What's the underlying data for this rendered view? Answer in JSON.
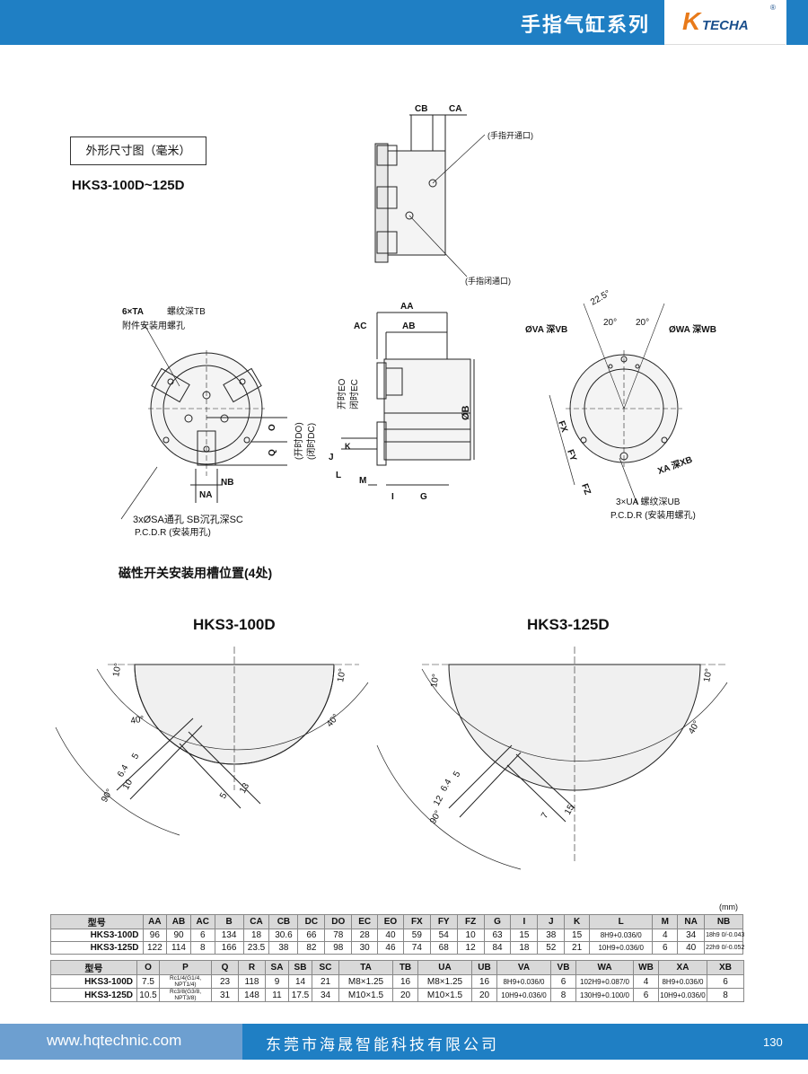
{
  "header": {
    "title": "手指气缸系列",
    "logo_k": "K",
    "logo_text": "TECHA",
    "logo_reg": "®"
  },
  "section": {
    "box_label": "外形尺寸图（毫米）",
    "model_range": "HKS3-100D~125D",
    "groove_caption": "磁性开关安装用槽位置(4处)"
  },
  "drawing_labels": {
    "cb": "CB",
    "ca": "CA",
    "open_port": "(手指开通口)",
    "close_port": "(手指闭通口)",
    "ta": "6×TA",
    "ta_depth": "螺纹深TB",
    "ta_note": "附件安装用螺孔",
    "sa": "3xØSA通孔  SB沉孔深SC",
    "pcdr_left": "P.C.D.R (安装用孔)",
    "na": "NA",
    "nb": "NB",
    "o": "O",
    "q": "Q",
    "do": "(开时DO)",
    "dc": "(闭时DC)",
    "aa": "AA",
    "ac": "AC",
    "ab": "AB",
    "eo": "开时EO",
    "ec": "闭时EC",
    "b": "ØB",
    "k": "K",
    "j": "J",
    "l": "L",
    "m": "M",
    "i": "I",
    "g": "G",
    "va": "ØVA  深VB",
    "wa": "ØWA  深WB",
    "a225": "22.5°",
    "a20a": "20°",
    "a20b": "20°",
    "fx": "FX",
    "fy": "FY",
    "fz": "FZ",
    "xa": "XA 深XB",
    "ua": "3×UA  螺纹深UB",
    "pcdr_right": "P.C.D.R (安装用螺孔)"
  },
  "groove_100": {
    "title": "HKS3-100D",
    "a10l": "10°",
    "a10r": "10°",
    "a40l": "40°",
    "a40r": "40°",
    "a90": "90°",
    "d5": "5",
    "d64": "6.4",
    "d10": "10",
    "d5b": "5",
    "d13": "13"
  },
  "groove_125": {
    "title": "HKS3-125D",
    "a10l": "10°",
    "a10r": "10°",
    "a40r": "40°",
    "a90": "90°",
    "d5": "5",
    "d64": "6.4",
    "d12": "12",
    "d7": "7",
    "d15": "15"
  },
  "unit": "(mm)",
  "table1": {
    "headers": [
      "型号",
      "AA",
      "AB",
      "AC",
      "B",
      "CA",
      "CB",
      "DC",
      "DO",
      "EC",
      "EO",
      "FX",
      "FY",
      "FZ",
      "G",
      "I",
      "J",
      "K",
      "L",
      "M",
      "NA",
      "NB"
    ],
    "rows": [
      [
        "HKS3-100D",
        "96",
        "90",
        "6",
        "134",
        "18",
        "30.6",
        "66",
        "78",
        "28",
        "40",
        "59",
        "54",
        "10",
        "63",
        "15",
        "38",
        "15",
        "8H9+0.036/0",
        "4",
        "34",
        "18h9 0/-0.043"
      ],
      [
        "HKS3-125D",
        "122",
        "114",
        "8",
        "166",
        "23.5",
        "38",
        "82",
        "98",
        "30",
        "46",
        "74",
        "68",
        "12",
        "84",
        "18",
        "52",
        "21",
        "10H9+0.036/0",
        "6",
        "40",
        "22h9 0/-0.052"
      ]
    ]
  },
  "table2": {
    "headers": [
      "型号",
      "O",
      "P",
      "Q",
      "R",
      "SA",
      "SB",
      "SC",
      "TA",
      "TB",
      "UA",
      "UB",
      "VA",
      "VB",
      "WA",
      "WB",
      "XA",
      "XB"
    ],
    "rows": [
      [
        "HKS3-100D",
        "7.5",
        "Rc1/4(G1/4, NPT1/4)",
        "23",
        "118",
        "9",
        "14",
        "21",
        "M8×1.25",
        "16",
        "M8×1.25",
        "16",
        "8H9+0.036/0",
        "6",
        "102H9+0.087/0",
        "4",
        "8H9+0.036/0",
        "6"
      ],
      [
        "HKS3-125D",
        "10.5",
        "Rc3/8(G3/8, NPT3/8)",
        "31",
        "148",
        "11",
        "17.5",
        "34",
        "M10×1.5",
        "20",
        "M10×1.5",
        "20",
        "10H9+0.036/0",
        "8",
        "130H9+0.100/0",
        "6",
        "10H9+0.036/0",
        "8"
      ]
    ]
  },
  "footer": {
    "url": "www.hqtechnic.com",
    "company": "东莞市海晟智能科技有限公司",
    "page": "130"
  }
}
